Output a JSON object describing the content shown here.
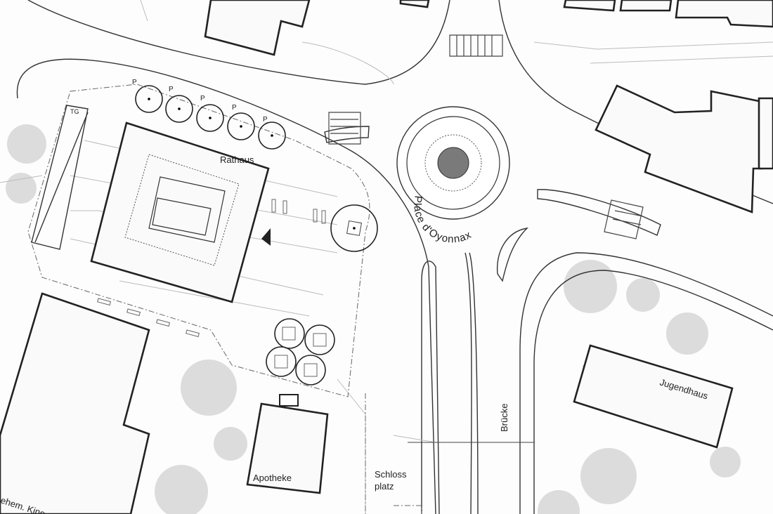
{
  "labels": {
    "rathaus": "Rathaus",
    "place": "Place d'Oyonnax",
    "jugendhaus": "Jugendhaus",
    "bruecke": "Brücke",
    "schloss_line1": "Schloss",
    "schloss_line2": "platz",
    "apotheke": "Apotheke",
    "kino": "ehem. Kino",
    "tg": "TG",
    "parking": [
      "P",
      "P",
      "P",
      "P",
      "P"
    ]
  },
  "colors": {
    "roundabout_center": "#7a7a7a",
    "tree": "#dcdcdc",
    "building_outline": "#222222"
  }
}
